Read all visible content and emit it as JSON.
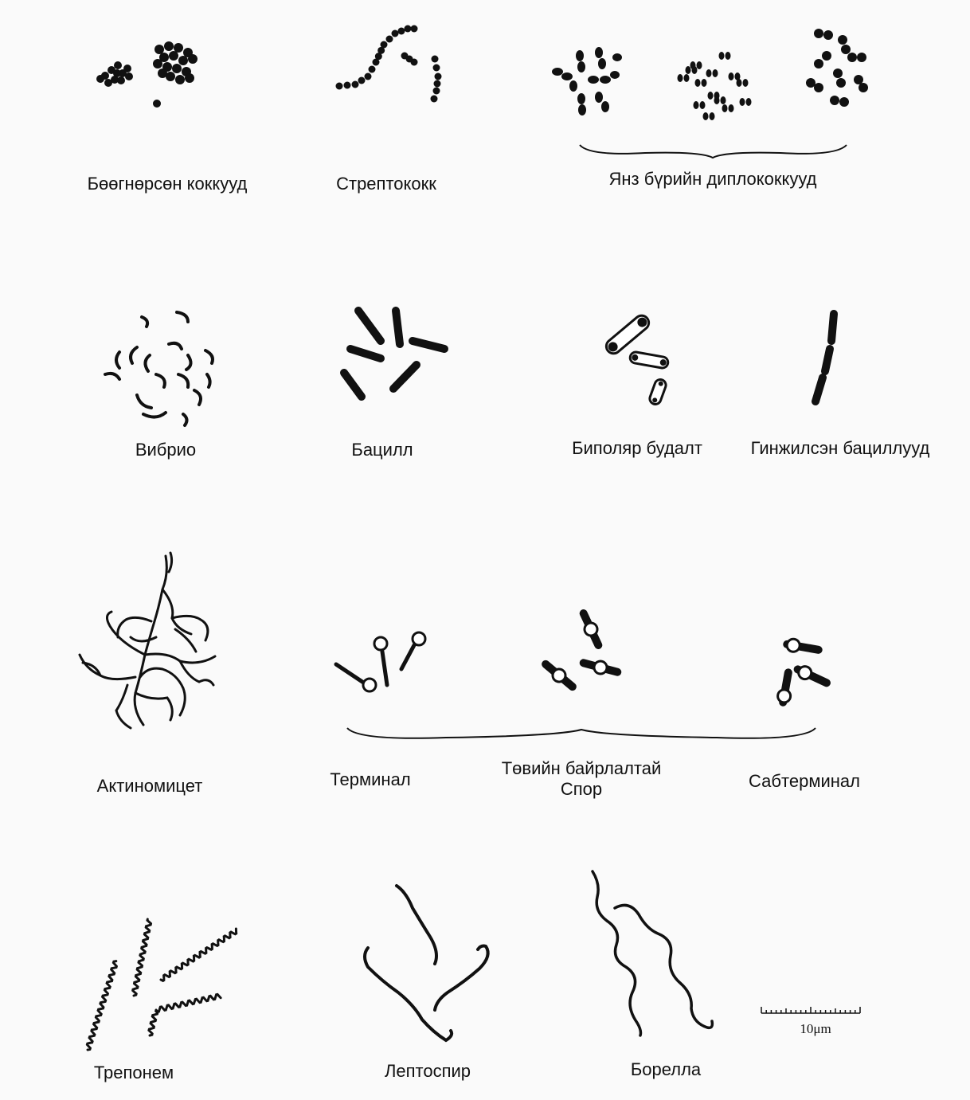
{
  "labels": {
    "clustered_cocci": "Бөөгнөрсөн коккууд",
    "streptococcus": "Стрептококк",
    "diplococci": "Янз бүрийн диплококкууд",
    "vibrio": "Вибрио",
    "bacillus": "Бацилл",
    "bipolar_staining": "Биполяр будалт",
    "chained_bacilli": "Гинжилсэн бациллууд",
    "actinomycete": "Актиномицет",
    "terminal": "Терминал",
    "central_line1": "Төвийн байрлалтай",
    "central_line2": "Спор",
    "subterminal": "Сабтерминал",
    "treponema": "Трепонем",
    "leptospira": "Лептоспир",
    "borrelia": "Борелла",
    "scale_bar": "10μm"
  },
  "colors": {
    "ink": "#111111",
    "paper": "#fafafa"
  }
}
